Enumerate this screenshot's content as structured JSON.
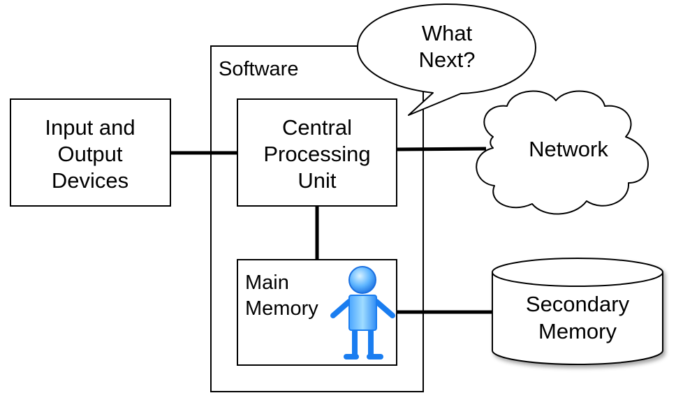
{
  "software_label": "Software",
  "cpu": {
    "line1": "Central",
    "line2": "Processing",
    "line3": "Unit"
  },
  "io": {
    "line1": "Input and",
    "line2": "Output",
    "line3": "Devices"
  },
  "network": {
    "label": "Network"
  },
  "main_memory": {
    "line1": "Main",
    "line2": "Memory"
  },
  "secondary_memory": {
    "line1": "Secondary",
    "line2": "Memory"
  },
  "speech_bubble": {
    "line1": "What",
    "line2": "Next?"
  },
  "colors": {
    "stroke": "#000000",
    "figure_light": "#8fd4ff",
    "figure_dark": "#1a7df0",
    "shadow": "#b3b3b3"
  },
  "icons": {
    "user": "person-figure-icon"
  }
}
